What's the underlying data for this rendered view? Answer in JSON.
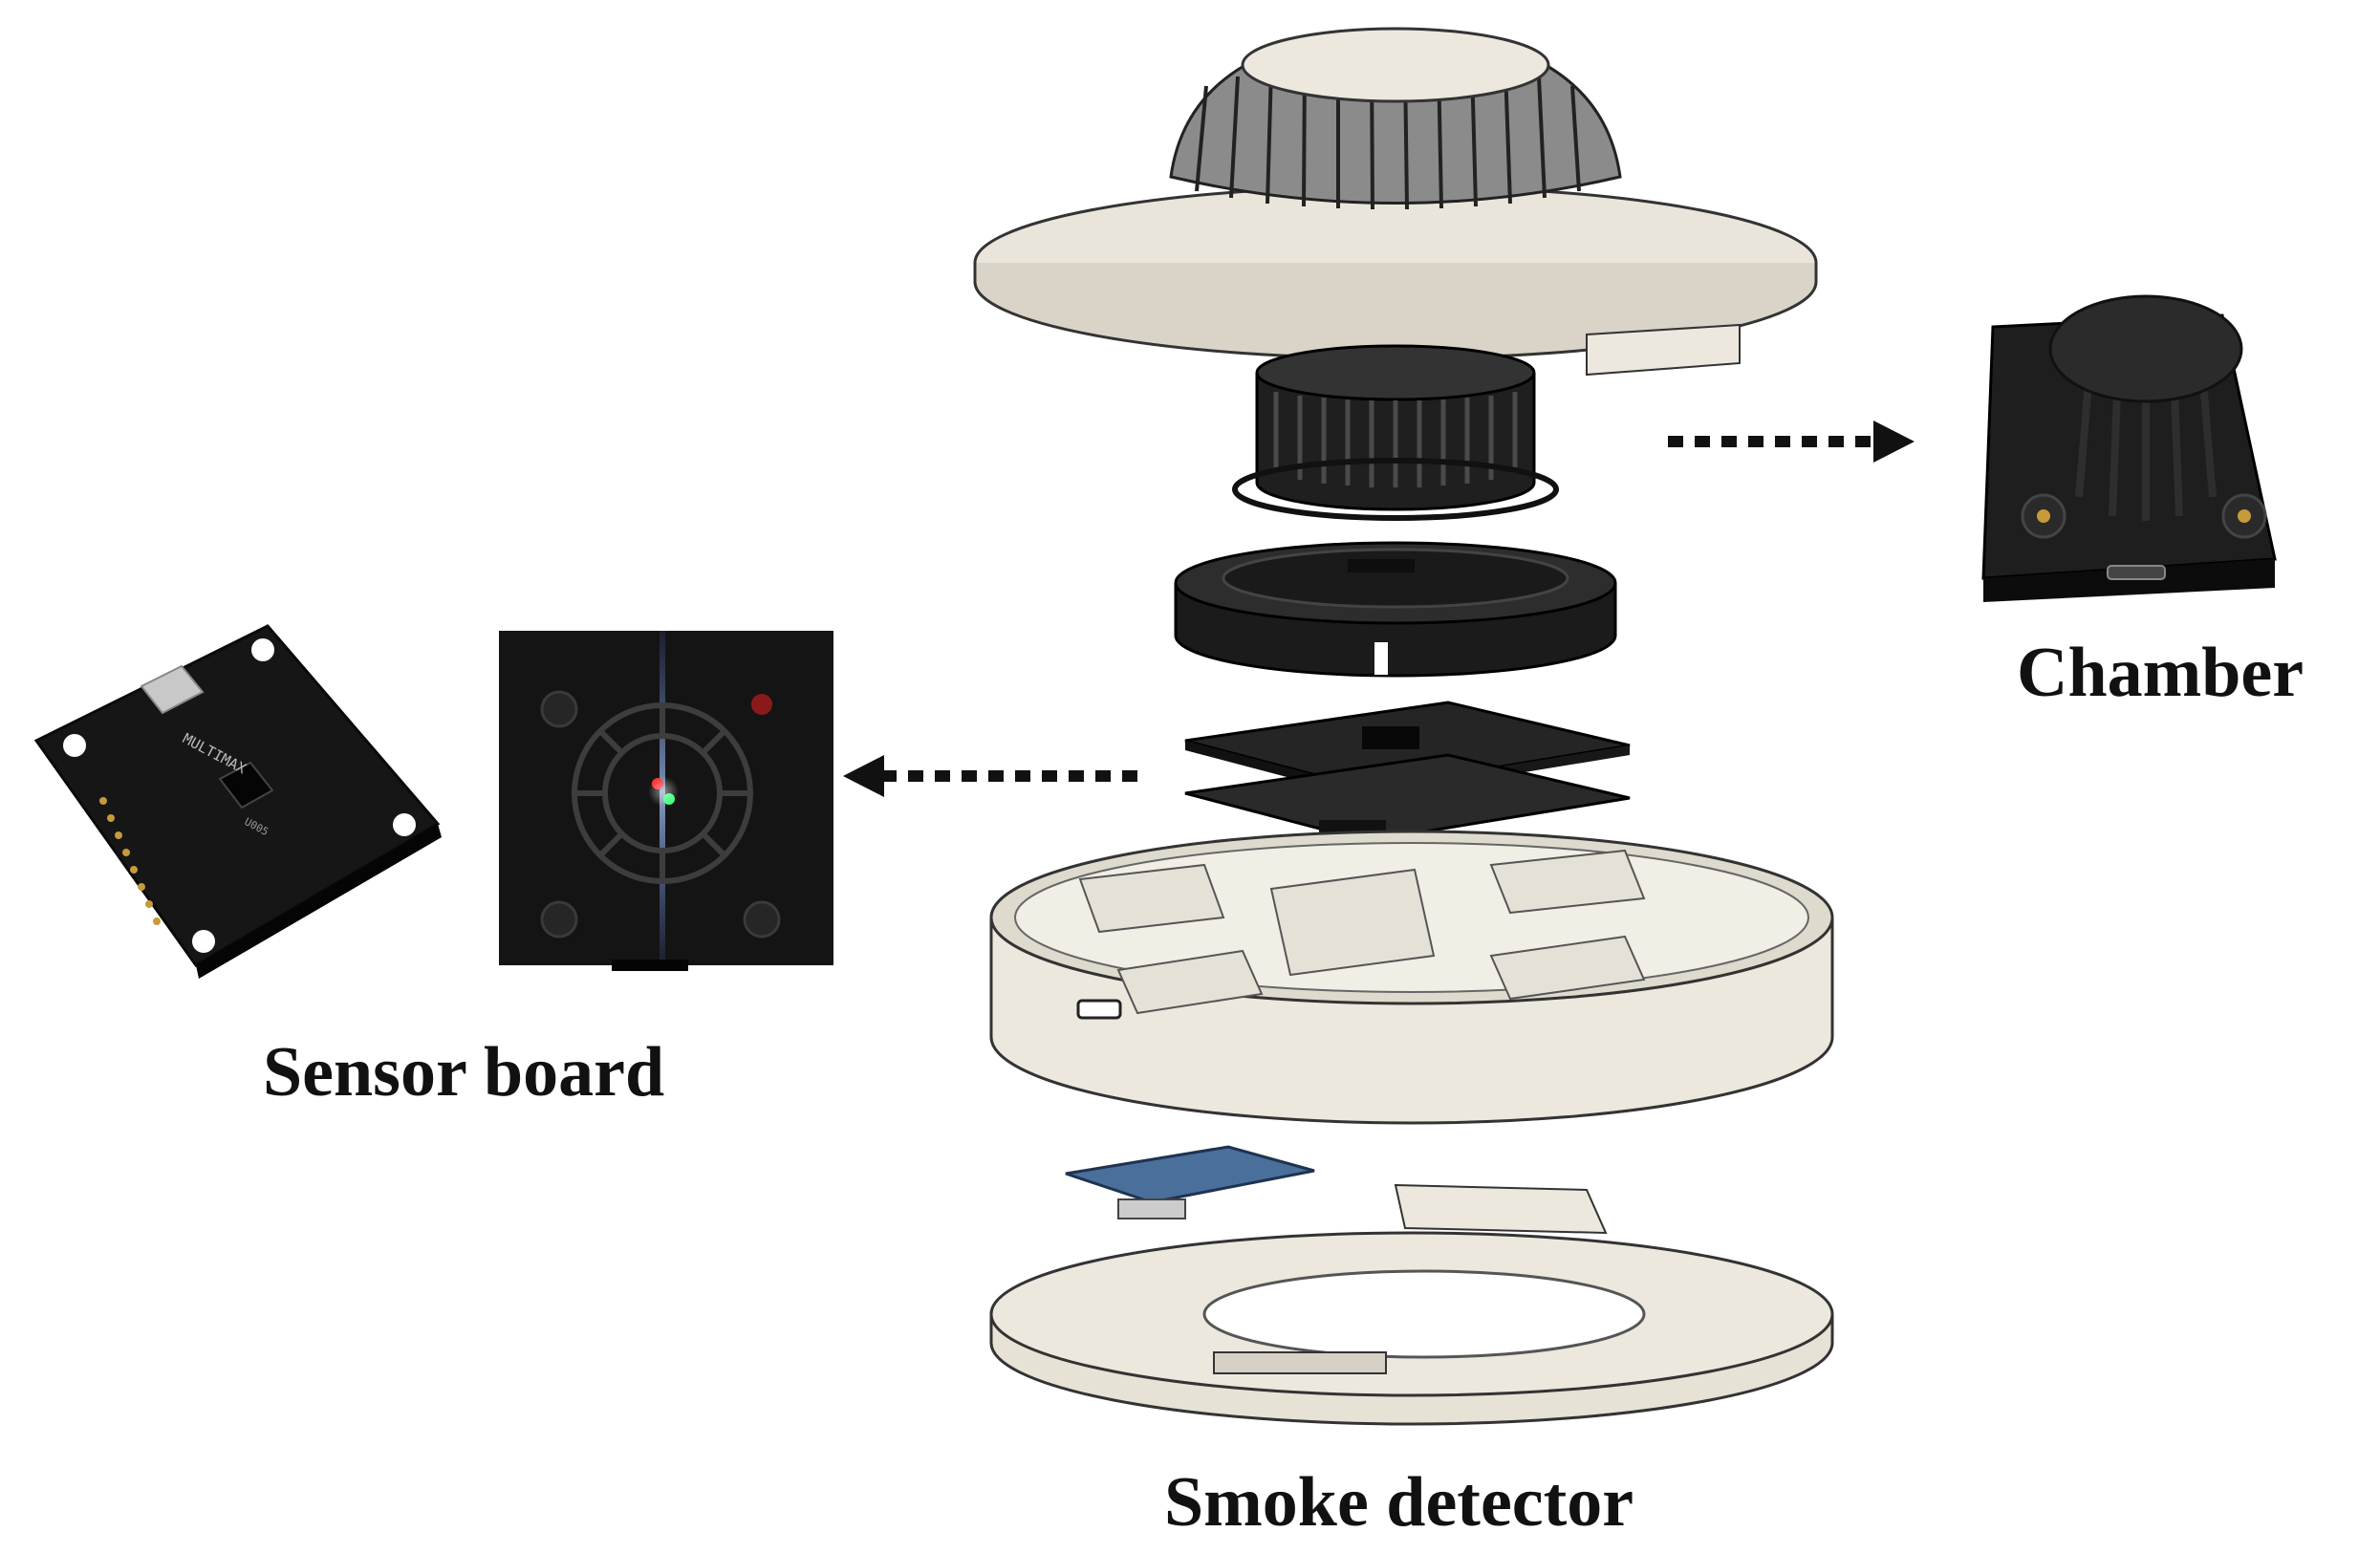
{
  "labels": {
    "sensor_board": "Sensor board",
    "chamber": "Chamber",
    "smoke_detector": "Smoke detector"
  },
  "board_silkscreen": {
    "brand": "MULTIMAX",
    "code": "U005"
  },
  "colors": {
    "housing": "#ece8de",
    "housing_shadow": "#cfcabd",
    "dark_part": "#2a2a2a",
    "pcb": "#1c1c1c",
    "blue_board": "#4a6f9a",
    "arrow": "#111111"
  },
  "icons": {
    "arrow_left": "dotted-arrow-left-icon",
    "arrow_right": "dotted-arrow-right-icon"
  }
}
